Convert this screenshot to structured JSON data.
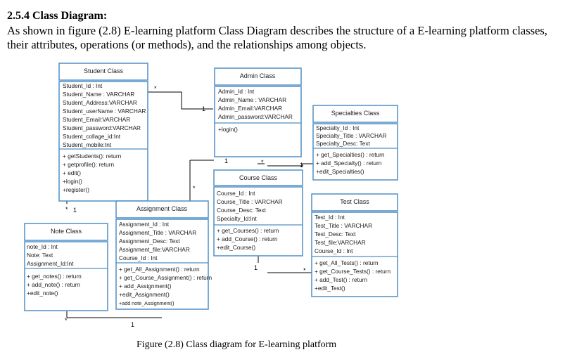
{
  "heading": "2.5.4 Class Diagram:",
  "paragraph": "As shown in figure (2.8) E-learning platform Class Diagram describes the structure of a E-learning platform classes, their attributes, operations (or methods), and the relationships among objects.",
  "caption": "Figure (2.8) Class diagram for E-learning platform",
  "colors": {
    "class_border": "#4f8fc6",
    "connector": "#000000"
  },
  "classes": {
    "student": {
      "name": "Student Class",
      "attributes": [
        "Student_Id : Int",
        "Student_Name : VARCHAR",
        "Student_Address:VARCHAR",
        "Student_userName : VARCHAR",
        "Student_Email:VARCHAR",
        "Student_password:VARCHAR",
        "Student_collage_id:Int",
        "Student_mobile:Int"
      ],
      "operations": [
        "+ getStudents(): return",
        "+ getprofile(): return",
        "+ edit()",
        "+login()",
        "+register()"
      ]
    },
    "admin": {
      "name": "Admin Class",
      "attributes": [
        "Admin_Id : Int",
        "Admin_Name : VARCHAR",
        "Admin_Email:VARCHAR",
        "Admin_password:VARCHAR"
      ],
      "operations": [
        "+login()"
      ]
    },
    "specialties": {
      "name": "Specialties Class",
      "attributes": [
        "Specialty_Id : Int",
        "Specialty_Title : VARCHAR",
        "Specialty_Desc: Text"
      ],
      "operations": [
        "+ get_Specialties() : return",
        "+ add_Specialty() : return",
        "+edit_Specialties()"
      ]
    },
    "course": {
      "name": "Course Class",
      "attributes": [
        "Course_Id : Int",
        "Course_Title : VARCHAR",
        "Course_Desc: Text",
        "Specialty_Id:Int"
      ],
      "operations": [
        "+ get_Courses() : return",
        "+ add_Course() : return",
        "+edit_Course()"
      ]
    },
    "assignment": {
      "name": "Assignment Class",
      "attributes": [
        "Assignment_Id : Int",
        "Assignment_Title : VARCHAR",
        "Assignment_Desc: Text",
        "Assignment_file:VARCHAR",
        "Course_Id : Int"
      ],
      "operations": [
        "+ get_All_Assignment() : return",
        "+ get_Course_Assignment() : return",
        "+ add_Assignment()",
        "+edit_Assignment()",
        "+add note_Assignment()"
      ]
    },
    "note": {
      "name": "Note Class",
      "attributes": [
        "note_Id : Int",
        "Note: Text",
        "Assignment_Id:Int"
      ],
      "operations": [
        "+ get_notes() : return",
        "+ add_note() : return",
        "+edit_note()"
      ]
    },
    "test": {
      "name": "Test Class",
      "attributes": [
        "Test_Id : Int",
        "Test_Title : VARCHAR",
        "Test_Desc: Text",
        "Test_file:VARCHAR",
        "Course_Id : Int"
      ],
      "operations": [
        "+ get_All_Tests() : return",
        "+ get_Course_Tests() : return",
        "+ add_Test() : return",
        "+edit_Test()"
      ]
    }
  },
  "multiplicities": {
    "student_admin_many": "*",
    "student_admin_one": "1",
    "student_note_one": "1",
    "student_note_many": "*",
    "student_assignment_many": "*",
    "assignment_course_one": "1",
    "course_specialty_many": "*",
    "course_specialty_one": "1",
    "course_test_one": "1",
    "course_test_many": "*",
    "note_assignment_many": "*",
    "note_assignment_one": "1"
  }
}
